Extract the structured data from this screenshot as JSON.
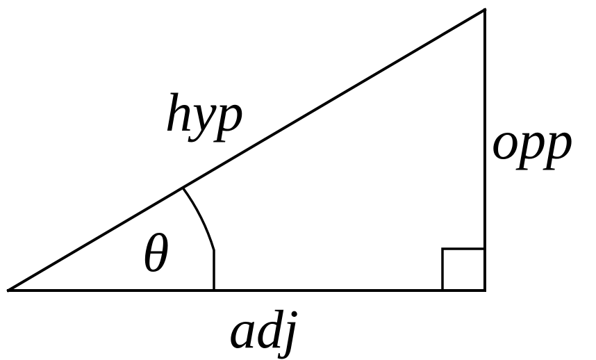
{
  "labels": {
    "hypotenuse": "hyp",
    "opposite": "opp",
    "adjacent": "adj",
    "angle": "θ"
  }
}
